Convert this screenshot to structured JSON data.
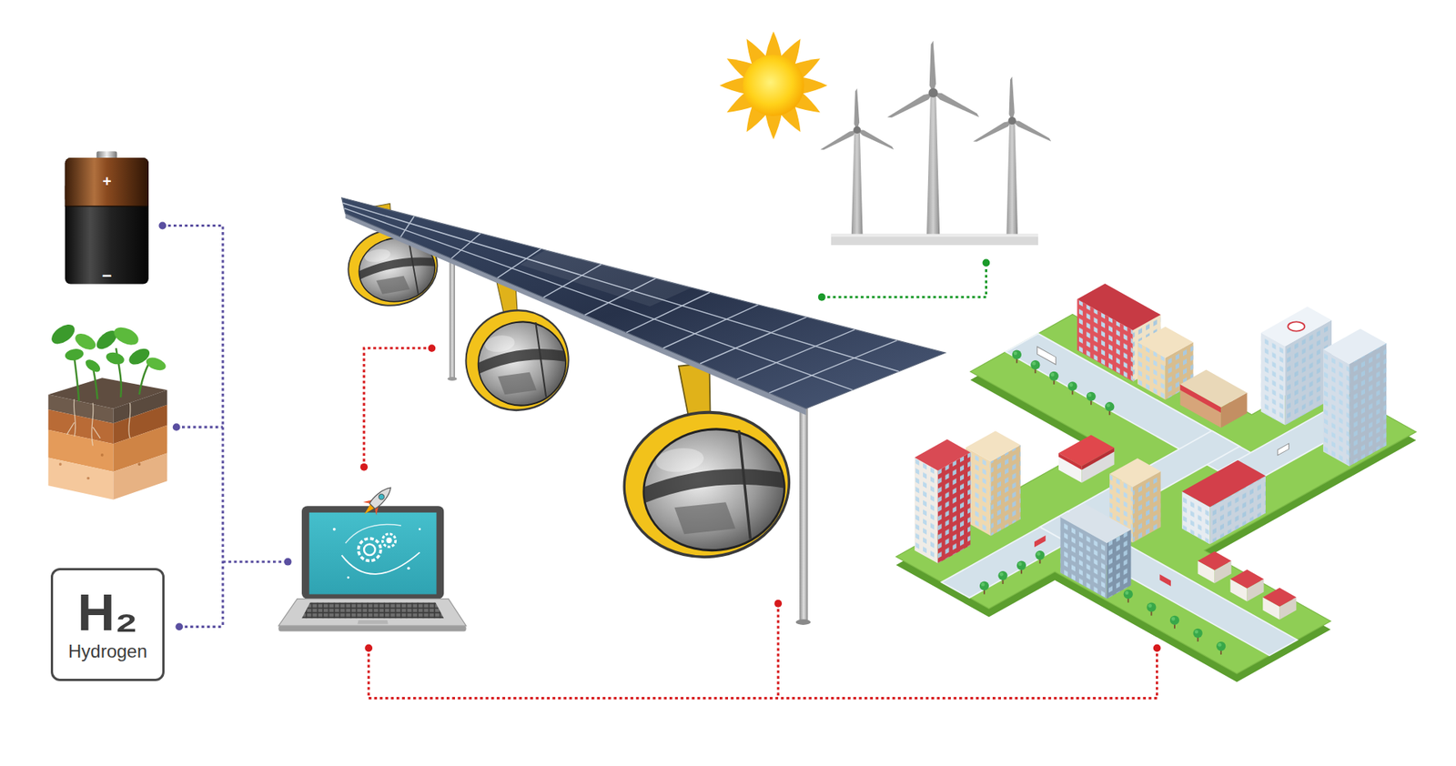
{
  "diagram": {
    "nodes": [
      {
        "text": [
          "H₂",
          "Hydrogen"
        ]
      }
    ],
    "labels": [
      "+",
      "−"
    ]
  }
}
